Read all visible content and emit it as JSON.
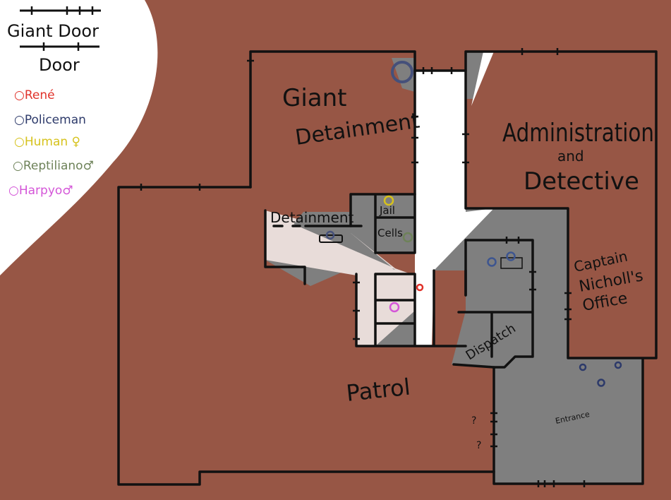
{
  "legend": {
    "giant_door": "Giant Door",
    "door": "Door",
    "entries": [
      {
        "label": "René",
        "color": "#e0322a"
      },
      {
        "label": "Policeman",
        "color": "#2d3a6a"
      },
      {
        "label": "Human ♀",
        "color": "#d6c21c"
      },
      {
        "label": "Reptiliano♂",
        "color": "#6e8259"
      },
      {
        "label": "Harpyo♂",
        "color": "#d456d8"
      }
    ]
  },
  "rooms": {
    "giant_detainment_1": "Giant",
    "giant_detainment_2": "Detainment",
    "detainment": "Detainment",
    "jail": "Jail",
    "cells": "Cells",
    "admin_1": "Administration",
    "admin_2": "and",
    "admin_3": "Detective",
    "captain_1": "Captain",
    "captain_2": "Nicholl's",
    "captain_3": "Office",
    "dispatch": "Dispatch",
    "patrol": "Patrol",
    "entrance": "Entrance",
    "unknown_1": "?",
    "unknown_2": "?"
  },
  "colors": {
    "floor": "#975645",
    "hall": "#7f7f7f",
    "light": "#e8dcd9"
  }
}
